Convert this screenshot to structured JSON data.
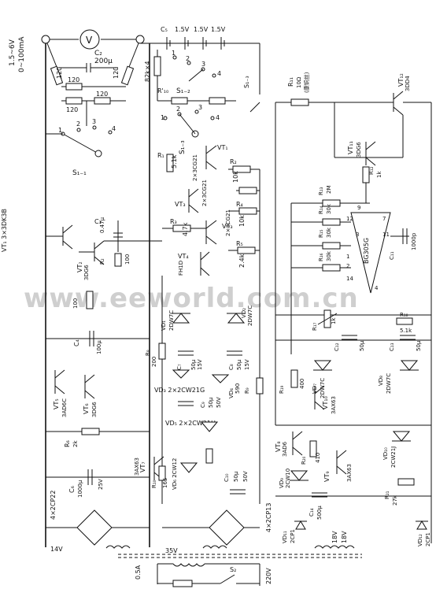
{
  "watermark": "www.eeworld.com.cn",
  "output": {
    "voltage": "1.5~6V",
    "current": "0~100mA"
  },
  "meter_symbol": "V",
  "c2": {
    "name": "C₂",
    "value": "200μ"
  },
  "switch_s1": "S₁₋₁",
  "switch_s2": "S₁₋₂",
  "switch_s3": "S₁₋₃",
  "divider_left": [
    "120",
    "120",
    "120",
    "120",
    "120"
  ],
  "cells": {
    "label_c": "C₅",
    "value": "1.5V",
    "ref_r": "82k×4"
  },
  "r_t": "R'₁₀",
  "vt1": "VT₁ 3×3DK3B",
  "vt2": "VT₂",
  "vt2_part": "3DG6",
  "vt3": "VT₃",
  "vt3_part": "2×3CG21",
  "vt4": "VT₄",
  "vt4_part": "FH1D",
  "vt5": "VT₅",
  "vt5_part": "3AD6C",
  "vt6": "VT₆",
  "vt6_part": "3DG6",
  "vt7": "VT₇",
  "vt7_part": "3AX63",
  "vt8": "VT₈",
  "vt8_part": "3AD6",
  "vt9": "VT₉",
  "vt9_part": "3AX63",
  "vt10": "VT₁₀",
  "vt10_part": "3AX63",
  "vt11": "VT₁₁",
  "vt11_part": "3DG6",
  "vt12": "VT₁₂",
  "vt12_part": "3DD4",
  "vt_upper": "VT₁",
  "vt_upper_part": "2×3CG21",
  "c3": {
    "name": "C₃",
    "value": "0.47μ"
  },
  "r_e": {
    "name": "R₂",
    "value": "100"
  },
  "r1": {
    "name": "R₁",
    "value": "5.1k"
  },
  "r2": {
    "name": "R₂",
    "value": "10k"
  },
  "r3": {
    "name": "R₃",
    "value": "4.7k"
  },
  "r4": {
    "name": "R₄",
    "value": "10k"
  },
  "r5": {
    "name": "R₅",
    "value": "2.4k"
  },
  "r_left1": "100",
  "c4": {
    "name": "C₄",
    "value": "100μ"
  },
  "r_bias": {
    "name": "R₆",
    "value": "2k"
  },
  "c_main": {
    "name": "C₆",
    "value": "1000μ",
    "voltage": "25V"
  },
  "bridge_left": "4×2CP22",
  "bridge_right": "4×2CP13",
  "v14": "14V",
  "v35": "35V",
  "vd_2dw7c": {
    "name": "VD₁",
    "value": "2DW7C"
  },
  "vd_2dw7c_b": {
    "name": "VD₂",
    "value": "2DW7C"
  },
  "r_200": {
    "name": "R₈",
    "value": "200"
  },
  "c_50u_a": {
    "name": "C₇",
    "value": "50μ",
    "voltage": "15V"
  },
  "c_50u_b": {
    "name": "C₈",
    "value": "50μ",
    "voltage": "15V"
  },
  "vd3": "VD₃ 2×2CW21G",
  "vd4": "VD₄",
  "r_590": {
    "name": "R₉",
    "value": "590"
  },
  "c_50u_c": {
    "name": "C₉",
    "value": "50μ",
    "voltage": "50V"
  },
  "vd5": "VD₅ 2×2CW21H",
  "r_165": {
    "name": "R₁₀",
    "value": "165"
  },
  "vd6": "VD₆ 2CW12",
  "c_50u_d": {
    "name": "C₁₀",
    "value": "50μ",
    "voltage": "50V"
  },
  "r_lim": {
    "name": "R₁₁",
    "value": "10Ω"
  },
  "r_lim_note": "(康铜丝)",
  "r_1k": {
    "name": "R₁₂",
    "value": "1k"
  },
  "r_2m": {
    "name": "R₁₃",
    "value": "2M"
  },
  "r_30k_a": {
    "name": "R₁₄",
    "value": "30k"
  },
  "r_30k_b": {
    "name": "R₁₅",
    "value": "30k"
  },
  "r_30k_c": {
    "name": "R₁₆",
    "value": "30k"
  },
  "ic": "BG305G",
  "ic_pins": [
    "9",
    "12",
    "7",
    "11",
    "3",
    "1",
    "2",
    "14",
    "4"
  ],
  "c_1000p": {
    "name": "C₁₁",
    "value": "1000p"
  },
  "pot_1k": {
    "name": "R₁₇",
    "value": "1k"
  },
  "r_5k1": {
    "name": "R₁₈",
    "value": "5.1k"
  },
  "c_50u_e": {
    "name": "C₁₂",
    "value": "50μ"
  },
  "c_50u_f": {
    "name": "C₁₃",
    "value": "50μ"
  },
  "vd_2dw7c_c": {
    "name": "VD₇",
    "value": "2DW7C"
  },
  "vd_2dw7c_d": {
    "name": "VD₈",
    "value": "2DW7C"
  },
  "r_400": {
    "name": "R₁₉",
    "value": "400"
  },
  "r_410": {
    "name": "R₂₀",
    "value": "410"
  },
  "vd_2cw10": {
    "name": "VD₉",
    "value": "2CW10"
  },
  "vd_2cw21j": {
    "name": "VD₁₀",
    "value": "2CW21J"
  },
  "r_27k": {
    "name": "R₂₁",
    "value": "27k"
  },
  "c_500u": {
    "name": "C₁₄",
    "value": "500μ"
  },
  "vd_2cp1_a": {
    "name": "VD₁₁",
    "value": "2CP1"
  },
  "vd_2cp1_b": {
    "name": "VD₁₂",
    "value": "2CP1"
  },
  "v18a": "18V",
  "v18b": "18V",
  "fuse": "0.5A",
  "switch_main": "S₂",
  "mains": "220V"
}
